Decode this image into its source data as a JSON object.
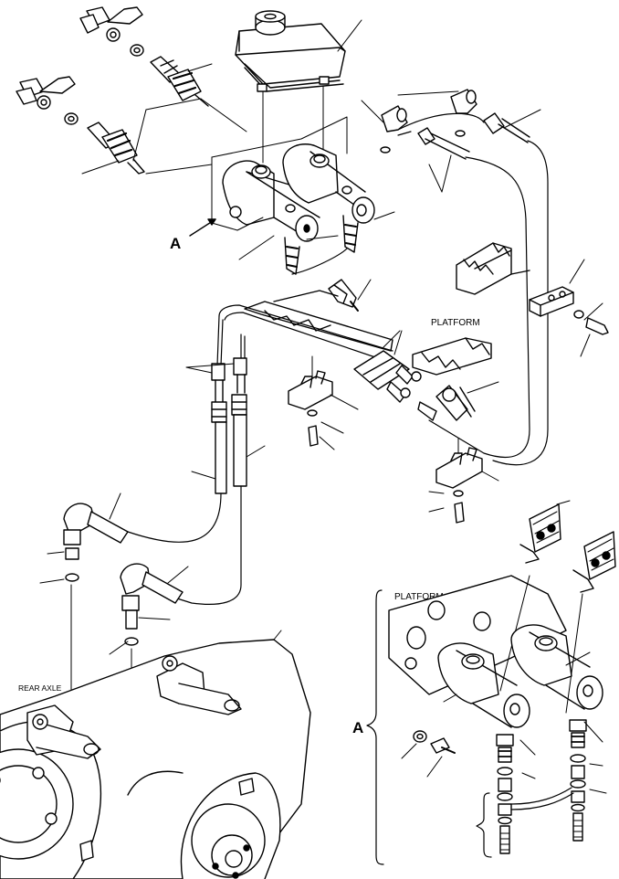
{
  "diagram": {
    "labels": {
      "view_a_callout": "A",
      "view_a_detail": "A",
      "platform_main": "PLATFORM",
      "platform_detail": "PLATFORM",
      "rear_axle": "REAR AXLE"
    },
    "colors": {
      "line": "#000000",
      "fill": "#ffffff",
      "shade": "#000000"
    }
  }
}
